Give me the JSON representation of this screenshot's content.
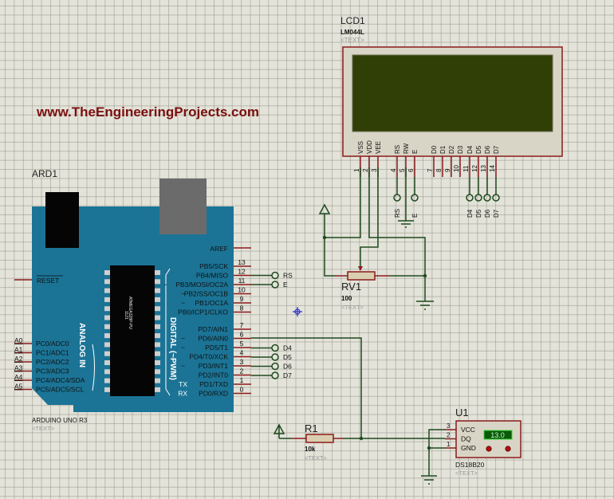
{
  "watermark": "www.TheEngineeringProjects.com",
  "colors": {
    "background": "#e3e3d9",
    "wire": "#1e4a1e",
    "pin": "#8b1a1a",
    "board": "#1b7496",
    "lcd_screen": "#2f3f05",
    "lcd_body": "#d9d5c6",
    "watermark": "#7a0f0f",
    "cursor": "#2a2ad0",
    "temp_display": "#0a5a0a"
  },
  "lcd": {
    "ref": "LCD1",
    "part": "LM044L",
    "text_placeholder": "<TEXT>",
    "pins": [
      {
        "name": "VSS",
        "num": "1"
      },
      {
        "name": "VDD",
        "num": "2"
      },
      {
        "name": "VEE",
        "num": "3"
      },
      {
        "name": "RS",
        "num": "4"
      },
      {
        "name": "RW",
        "num": "5"
      },
      {
        "name": "E",
        "num": "6"
      },
      {
        "name": "D0",
        "num": "7"
      },
      {
        "name": "D1",
        "num": "8"
      },
      {
        "name": "D2",
        "num": "9"
      },
      {
        "name": "D3",
        "num": "10"
      },
      {
        "name": "D4",
        "num": "11"
      },
      {
        "name": "D5",
        "num": "12"
      },
      {
        "name": "D6",
        "num": "13"
      },
      {
        "name": "D7",
        "num": "14"
      }
    ],
    "terminals": [
      "RS",
      "E",
      "D4",
      "D5",
      "D6",
      "D7"
    ]
  },
  "arduino": {
    "ref": "ARD1",
    "part": "ARDUINO UNO R3",
    "text_placeholder": "<TEXT>",
    "chip_label": "ATMEGA328P-PU",
    "chip_sub": "1121",
    "aref": "AREF",
    "reset": "RESET",
    "analog_title": "ANALOG IN",
    "digital_title": "DIGITAL (~PWM)",
    "analog_pins": [
      {
        "ext": "A0",
        "name": "PC0/ADC0"
      },
      {
        "ext": "A1",
        "name": "PC1/ADC1"
      },
      {
        "ext": "A2",
        "name": "PC2/ADC2"
      },
      {
        "ext": "A3",
        "name": "PC3/ADC3"
      },
      {
        "ext": "A4",
        "name": "PC4/ADC4/SDA"
      },
      {
        "ext": "A5",
        "name": "PC5/ADC5/SCL"
      }
    ],
    "digital_pins_b": [
      {
        "num": "13",
        "name": "PB5/SCK",
        "prefix": ""
      },
      {
        "num": "12",
        "name": "PB4/MISO",
        "prefix": ""
      },
      {
        "num": "11",
        "name": "PB3/MOSI/OC2A",
        "prefix": "~"
      },
      {
        "num": "10",
        "name": "PB2/SS/OC1B",
        "prefix": "~"
      },
      {
        "num": "9",
        "name": "PB1/OC1A",
        "prefix": "~"
      },
      {
        "num": "8",
        "name": "PB0/ICP1/CLKO",
        "prefix": ""
      }
    ],
    "digital_pins_d": [
      {
        "num": "7",
        "name": "PD7/AIN1",
        "prefix": ""
      },
      {
        "num": "6",
        "name": "PD6/AIN0",
        "prefix": "~"
      },
      {
        "num": "5",
        "name": "PD5/T1",
        "prefix": "~"
      },
      {
        "num": "4",
        "name": "PD4/T0/XCK",
        "prefix": ""
      },
      {
        "num": "3",
        "name": "PD3/INT1",
        "prefix": "~"
      },
      {
        "num": "2",
        "name": "PD2/INT0",
        "prefix": ""
      },
      {
        "num": "1",
        "name": "PD1/TXD",
        "prefix": "TX"
      },
      {
        "num": "0",
        "name": "PD0/RXD",
        "prefix": "RX"
      }
    ],
    "terminals": [
      {
        "pin": "12",
        "label": "RS"
      },
      {
        "pin": "11",
        "label": "E"
      },
      {
        "pin": "5",
        "label": "D4"
      },
      {
        "pin": "4",
        "label": "D5"
      },
      {
        "pin": "3",
        "label": "D6"
      },
      {
        "pin": "2",
        "label": "D7"
      }
    ]
  },
  "rv1": {
    "ref": "RV1",
    "value": "100",
    "text_placeholder": "<TEXT>"
  },
  "r1": {
    "ref": "R1",
    "value": "10k",
    "text_placeholder": "<TEXT>"
  },
  "u1": {
    "ref": "U1",
    "part": "DS18B20",
    "text_placeholder": "<TEXT>",
    "pins": [
      {
        "num": "3",
        "name": "VCC"
      },
      {
        "num": "2",
        "name": "DQ"
      },
      {
        "num": "1",
        "name": "GND"
      }
    ],
    "temperature": "13.0"
  }
}
